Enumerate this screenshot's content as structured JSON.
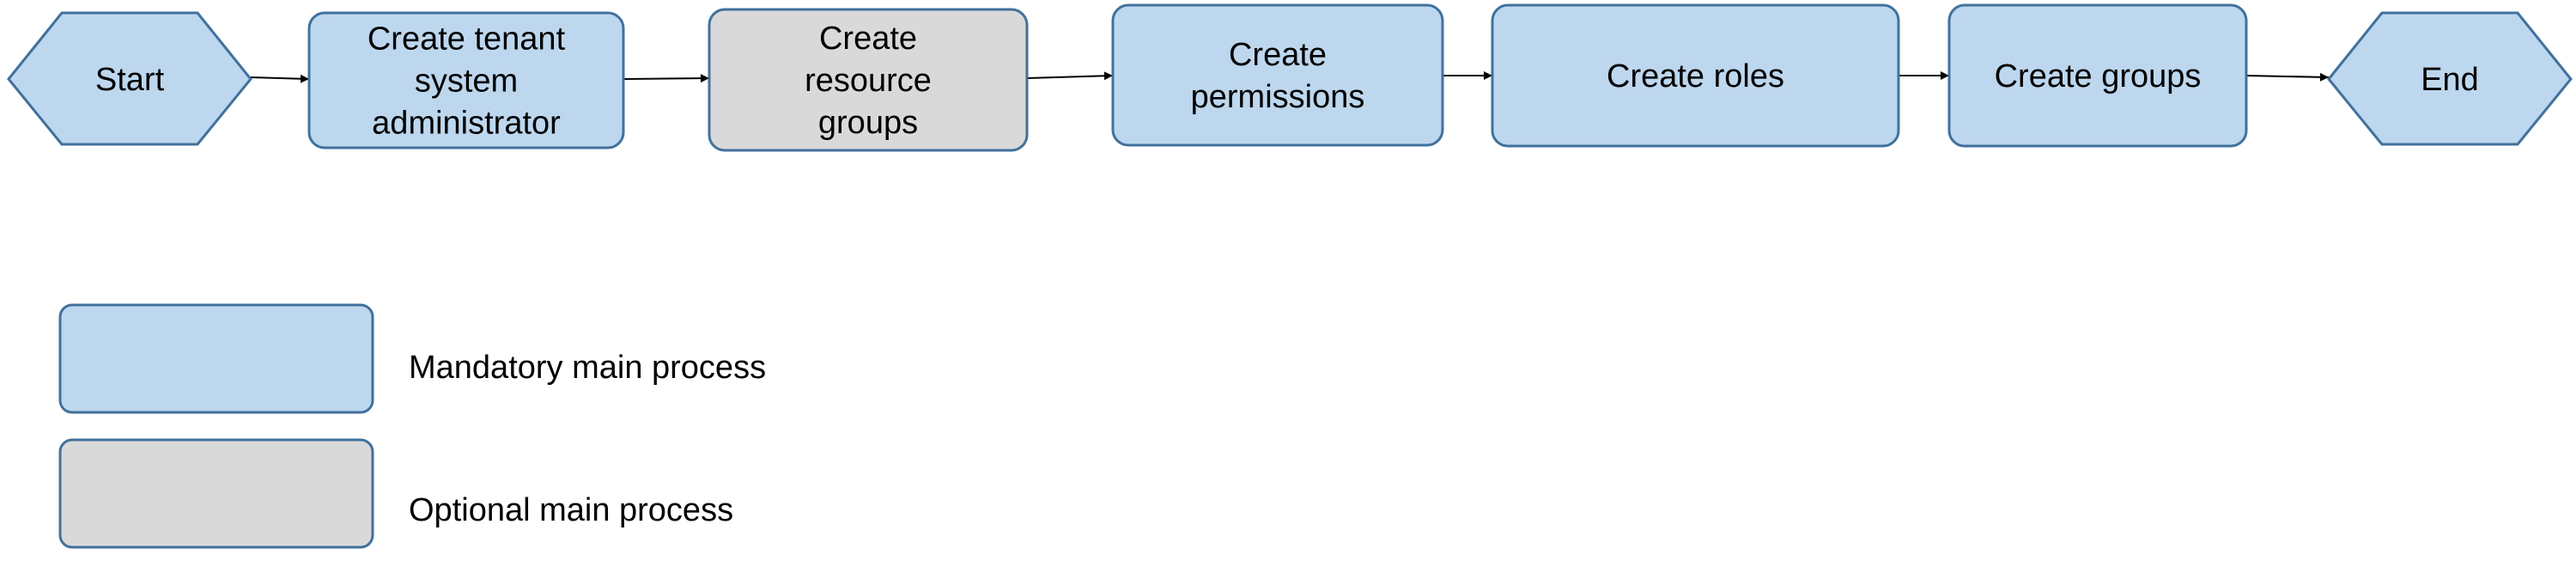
{
  "colors": {
    "mandatory_fill": "#bdd7ee",
    "optional_fill": "#d9d9d9",
    "stroke": "#41719c",
    "arrow": "#000000",
    "text": "#000000"
  },
  "flow": {
    "start": {
      "label": "Start"
    },
    "steps": [
      {
        "lines": [
          "Create tenant",
          "system",
          "administrator"
        ],
        "kind": "mandatory"
      },
      {
        "lines": [
          "Create",
          "resource",
          "groups"
        ],
        "kind": "optional"
      },
      {
        "lines": [
          "Create",
          "permissions"
        ],
        "kind": "mandatory"
      },
      {
        "lines": [
          "Create roles"
        ],
        "kind": "mandatory"
      },
      {
        "lines": [
          "Create groups"
        ],
        "kind": "mandatory"
      }
    ],
    "end": {
      "label": "End"
    }
  },
  "legend": {
    "items": [
      {
        "label": "Mandatory main process",
        "kind": "mandatory"
      },
      {
        "label": "Optional main process",
        "kind": "optional"
      }
    ]
  }
}
